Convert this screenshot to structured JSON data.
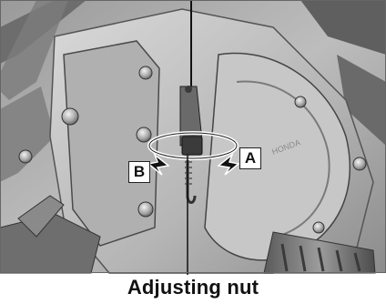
{
  "figure": {
    "caption": "Adjusting nut",
    "direction_labels": {
      "a": "A",
      "b": "B"
    }
  }
}
